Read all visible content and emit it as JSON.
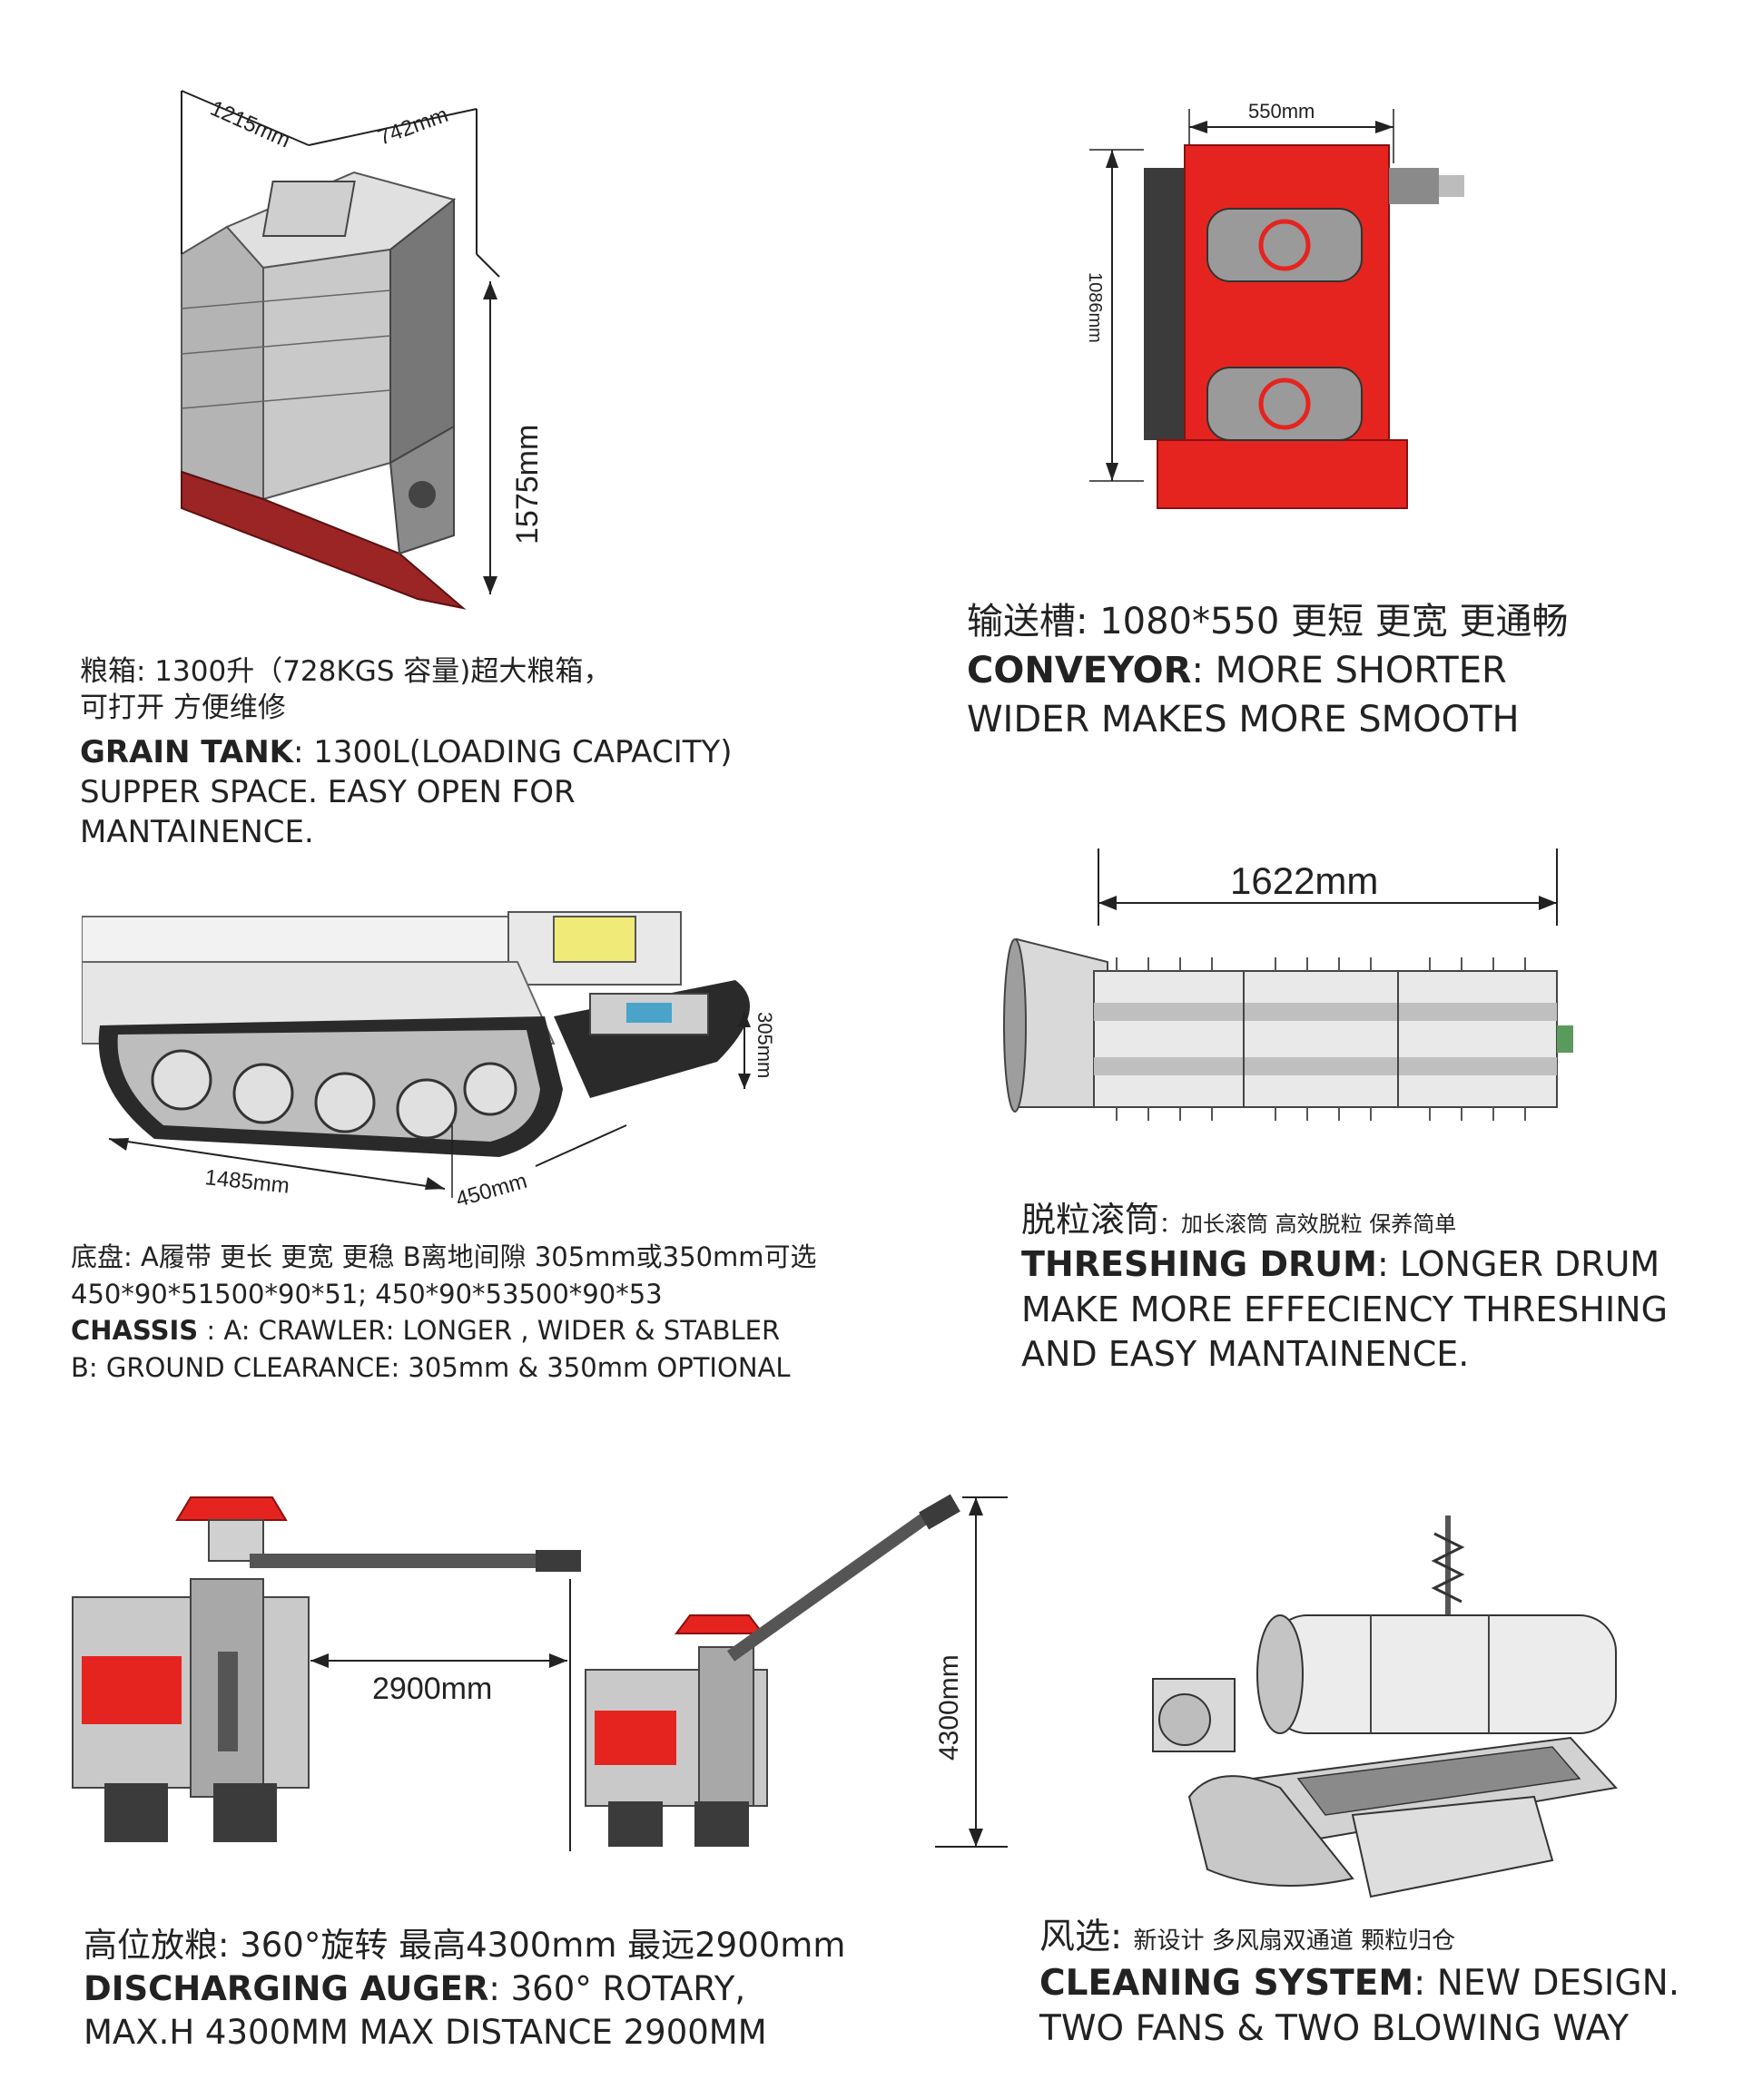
{
  "grain_tank": {
    "dims": {
      "width": "1215mm",
      "depth": "742mm",
      "height": "1575mm"
    },
    "zh_line1": "粮箱: 1300升（728KGS 容量)超大粮箱，",
    "zh_line2": "可打开 方便维修",
    "en_title": "GRAIN TANK",
    "en_line1": ": 1300L(LOADING CAPACITY)",
    "en_line2": "SUPPER SPACE. EASY OPEN FOR",
    "en_line3": "MANTAINENCE."
  },
  "conveyor": {
    "dims": {
      "width": "550mm",
      "height": "1086mm"
    },
    "zh": "输送槽: 1080*550 更短 更宽 更通畅",
    "en_title": "CONVEYOR",
    "en_line1": ": MORE SHORTER",
    "en_line2": "WIDER MAKES MORE SMOOTH"
  },
  "chassis": {
    "dims": {
      "length": "1485mm",
      "track": "450mm",
      "clearance": "305mm"
    },
    "zh_line1": "底盘: A履带 更长 更宽 更稳 B离地间隙 305mm或350mm可选",
    "zh_line2": "450*90*51500*90*51;  450*90*53500*90*53",
    "en_title": "CHASSIS",
    "en_line1": " :   A: CRAWLER:  LONGER , WIDER & STABLER",
    "en_line2": "B: GROUND CLEARANCE: 305mm & 350mm OPTIONAL"
  },
  "threshing": {
    "dims": {
      "length": "1622mm"
    },
    "zh_title": "脱粒滚筒",
    "zh_sub": "：加长滚筒 高效脱粒 保养简单",
    "en_title": "THRESHING DRUM",
    "en_line1": ": LONGER DRUM",
    "en_line2": "MAKE MORE EFFECIENCY THRESHING",
    "en_line3": "AND EASY MANTAINENCE."
  },
  "auger": {
    "dims": {
      "distance": "2900mm",
      "height": "4300mm"
    },
    "zh": "高位放粮: 360°旋转 最高4300mm 最远2900mm",
    "en_title": "DISCHARGING AUGER",
    "en_line1": ": 360° ROTARY,",
    "en_line2": "MAX.H 4300MM MAX DISTANCE 2900MM"
  },
  "cleaning": {
    "zh_title": "风选:",
    "zh_sub": "新设计 多风扇双通道 颗粒归仓",
    "en_title": "CLEANING SYSTEM",
    "en_line1": ": NEW DESIGN.",
    "en_line2": "TWO FANS & TWO BLOWING WAY"
  },
  "colors": {
    "red": "#e52420",
    "dark_red": "#9b2424",
    "grey": "#a3a3a3",
    "dark": "#3b3b3b"
  }
}
